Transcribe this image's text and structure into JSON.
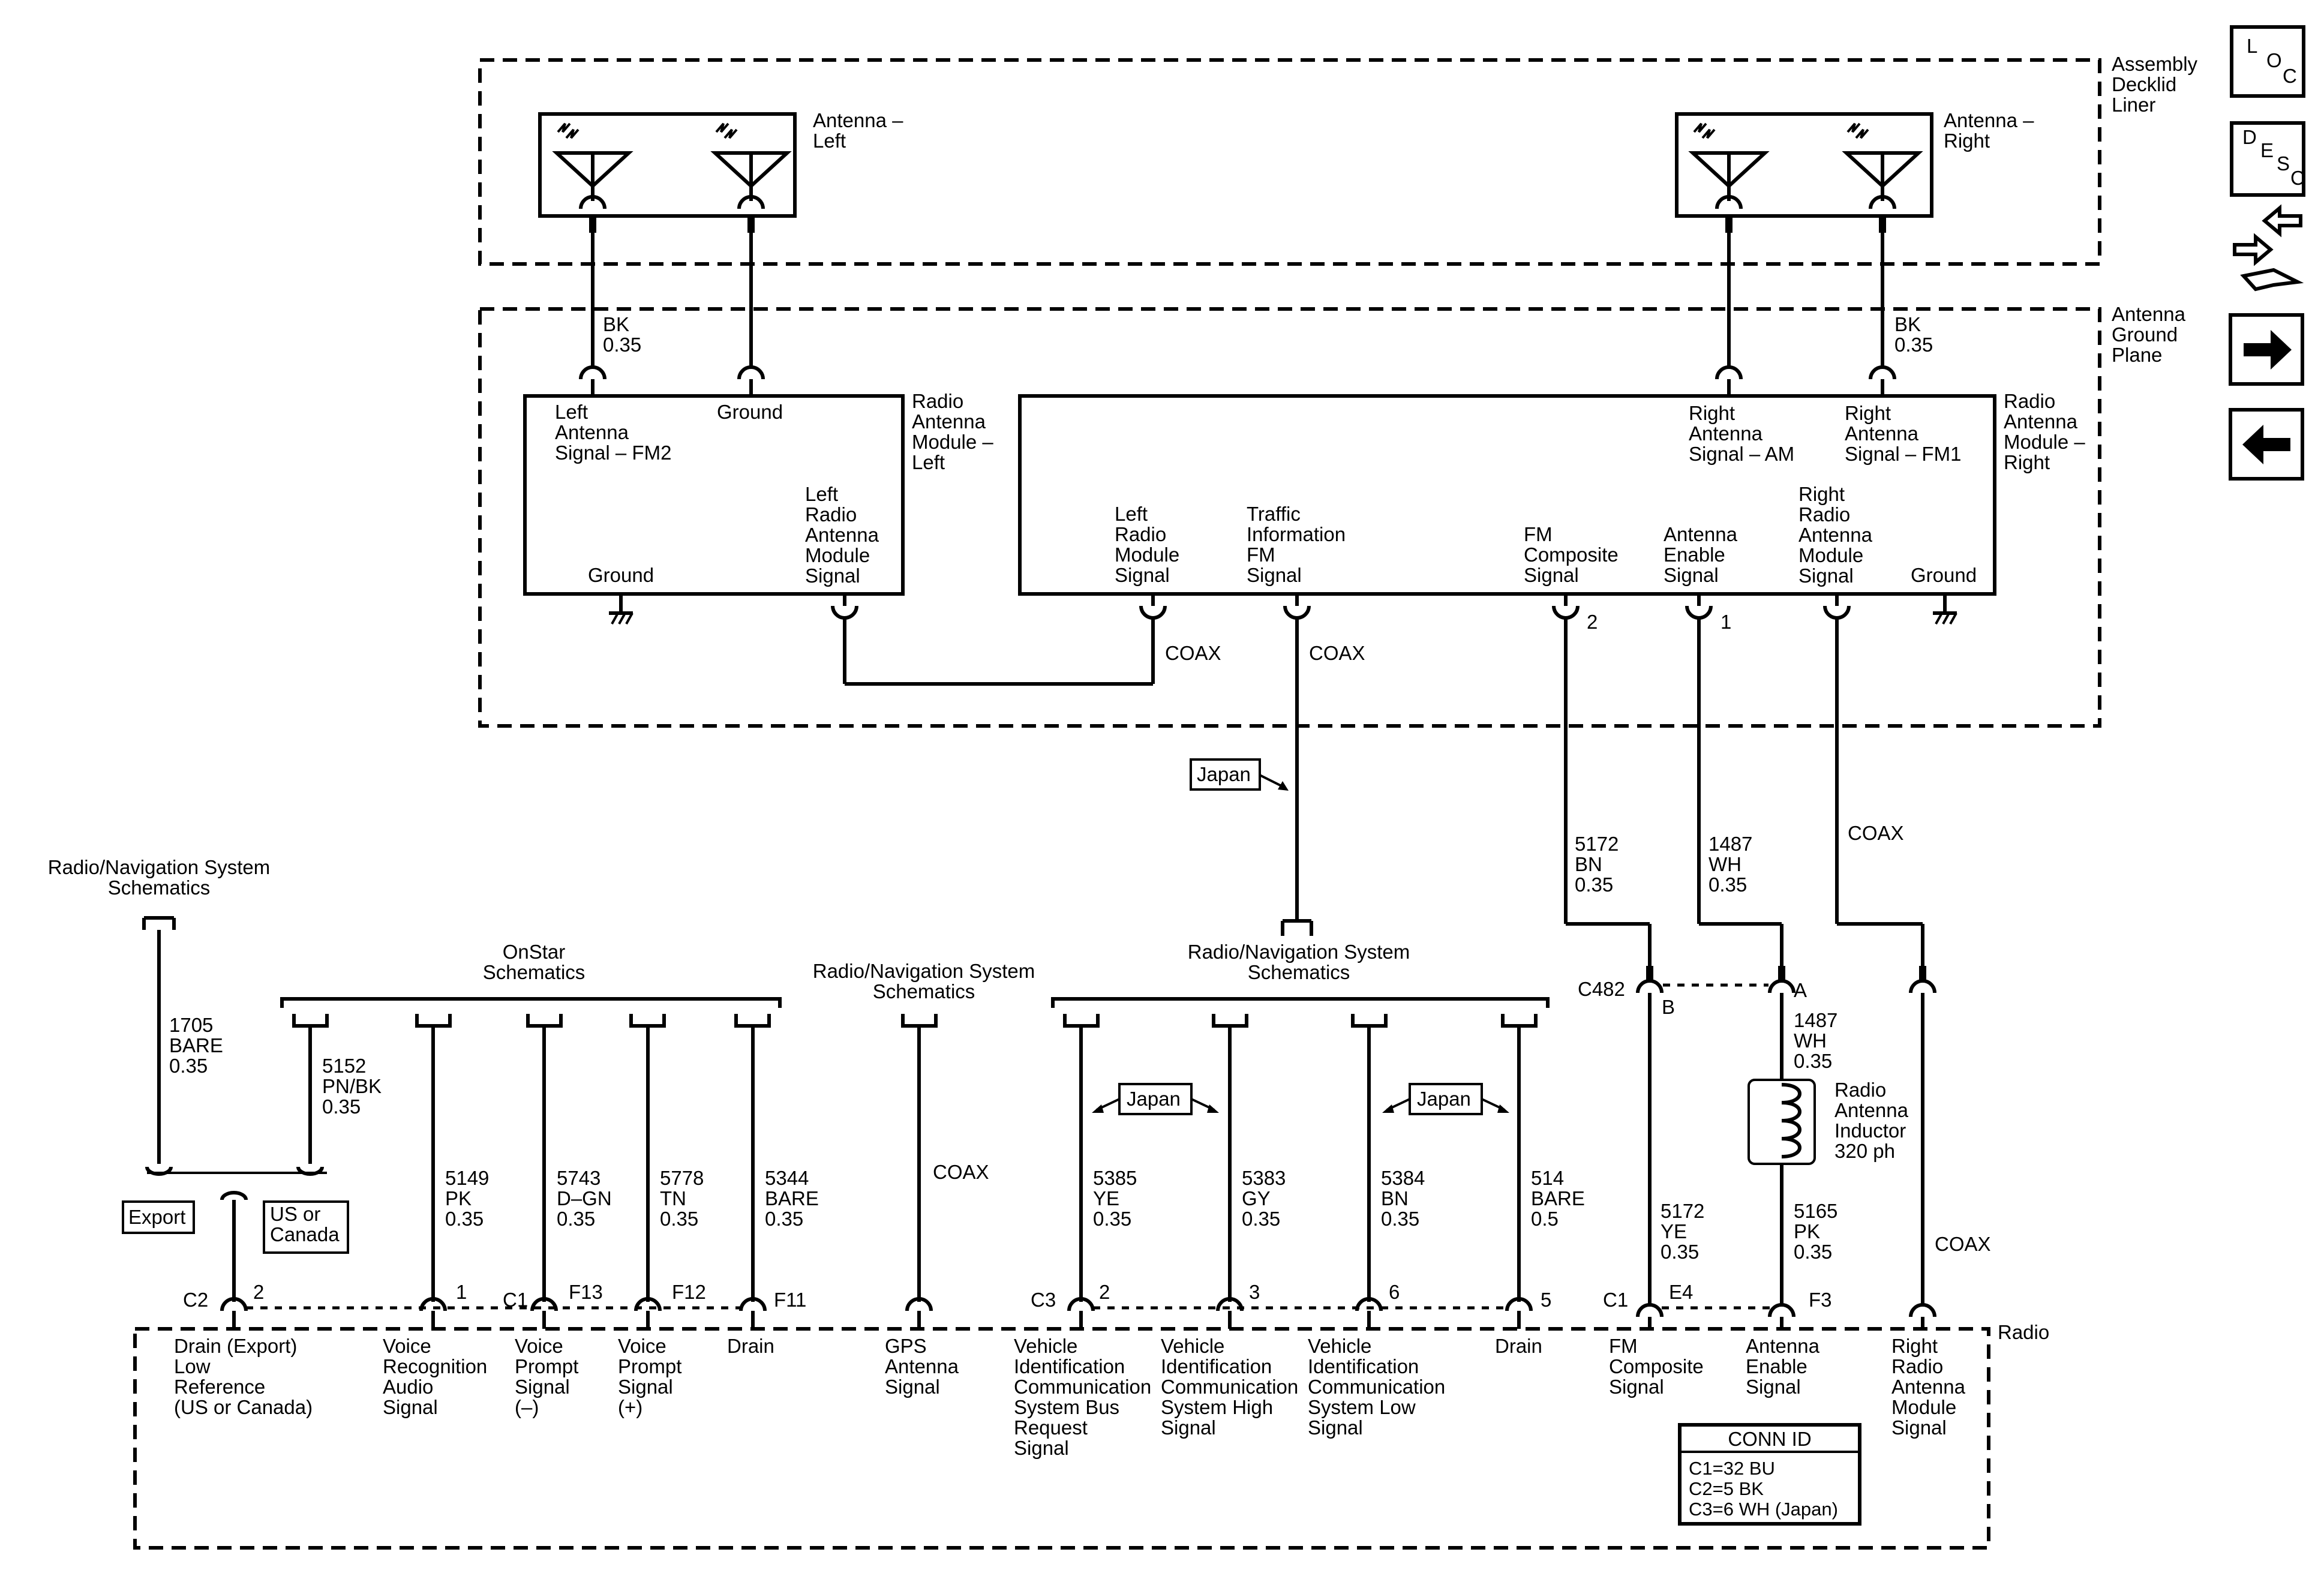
{
  "labels": {
    "assembly": [
      "Assembly",
      "Decklid",
      "Liner"
    ],
    "ground_plane": [
      "Antenna",
      "Ground",
      "Plane"
    ],
    "antenna_left": [
      "Antenna –",
      "Left"
    ],
    "antenna_right": [
      "Antenna –",
      "Right"
    ],
    "bk_left": [
      "BK",
      "0.35"
    ],
    "bk_right": [
      "BK",
      "0.35"
    ],
    "ram_left_title": [
      "Radio",
      "Antenna",
      "Module –",
      "Left"
    ],
    "ram_right_title": [
      "Radio",
      "Antenna",
      "Module –",
      "Right"
    ],
    "left_ant_signal": [
      "Left",
      "Antenna",
      "Signal – FM2"
    ],
    "ground": "Ground",
    "left_ram_signal": [
      "Left",
      "Radio",
      "Antenna",
      "Module",
      "Signal"
    ],
    "right_ant_am": [
      "Right",
      "Antenna",
      "Signal – AM"
    ],
    "right_ant_fm1": [
      "Right",
      "Antenna",
      "Signal – FM1"
    ],
    "left_radio_module_signal": [
      "Left",
      "Radio",
      "Module",
      "Signal"
    ],
    "traffic_info": [
      "Traffic",
      "Information",
      "FM",
      "Signal"
    ],
    "fm_composite": [
      "FM",
      "Composite",
      "Signal"
    ],
    "antenna_enable": [
      "Antenna",
      "Enable",
      "Signal"
    ],
    "right_ram_signal": [
      "Right",
      "Radio",
      "Antenna",
      "Module",
      "Signal"
    ],
    "coax": "COAX",
    "japan": "Japan",
    "pin2": "2",
    "pin1": "1",
    "w5172bn": [
      "5172",
      "BN",
      "0.35"
    ],
    "w1487wh": [
      "1487",
      "WH",
      "0.35"
    ],
    "c482": "C482",
    "pinB": "B",
    "pinA": "A",
    "inductor": [
      "Radio",
      "Antenna",
      "Inductor",
      "320 ph"
    ],
    "w5172ye": [
      "5172",
      "YE",
      "0.35"
    ],
    "w5165pk": [
      "5165",
      "PK",
      "0.35"
    ],
    "radio_nav_schem": [
      "Radio/Navigation System",
      "Schematics"
    ],
    "onstar_schem": [
      "OnStar",
      "Schematics"
    ],
    "w1705": [
      "1705",
      "BARE",
      "0.35"
    ],
    "w5152": [
      "5152",
      "PN/BK",
      "0.35"
    ],
    "export": "Export",
    "us_canada": [
      "US or",
      "Canada"
    ],
    "w5149": [
      "5149",
      "PK",
      "0.35"
    ],
    "w5743": [
      "5743",
      "D–GN",
      "0.35"
    ],
    "w5778": [
      "5778",
      "TN",
      "0.35"
    ],
    "w5344": [
      "5344",
      "BARE",
      "0.35"
    ],
    "w5385": [
      "5385",
      "YE",
      "0.35"
    ],
    "w5383": [
      "5383",
      "GY",
      "0.35"
    ],
    "w5384": [
      "5384",
      "BN",
      "0.35"
    ],
    "w514": [
      "514",
      "BARE",
      "0.5"
    ],
    "conn_c2": "C2",
    "conn_c1": "C1",
    "conn_c3": "C3",
    "p_2": "2",
    "p_1": "1",
    "p_F13": "F13",
    "p_F12": "F12",
    "p_F11": "F11",
    "p_3": "3",
    "p_6": "6",
    "p_5": "5",
    "p_E4": "E4",
    "p_F3": "F3",
    "radio": "Radio",
    "r_drain_export": [
      "Drain (Export)",
      "Low",
      "Reference",
      "(US or Canada)"
    ],
    "r_voice_recog": [
      "Voice",
      "Recognition",
      "Audio",
      "Signal"
    ],
    "r_voice_prompt_neg": [
      "Voice",
      "Prompt",
      "Signal",
      "(–)"
    ],
    "r_voice_prompt_pos": [
      "Voice",
      "Prompt",
      "Signal",
      "(+)"
    ],
    "r_drain": "Drain",
    "r_gps": [
      "GPS",
      "Antenna",
      "Signal"
    ],
    "r_vic_req": [
      "Vehicle",
      "Identification",
      "Communication",
      "System Bus",
      "Request",
      "Signal"
    ],
    "r_vic_high": [
      "Vehicle",
      "Identification",
      "Communication",
      "System High",
      "Signal"
    ],
    "r_vic_low": [
      "Vehicle",
      "Identification",
      "Communication",
      "System Low",
      "Signal"
    ],
    "r_fm_comp": [
      "FM",
      "Composite",
      "Signal"
    ],
    "r_ant_enable": [
      "Antenna",
      "Enable",
      "Signal"
    ],
    "r_right_ram": [
      "Right",
      "Radio",
      "Antenna",
      "Module",
      "Signal"
    ],
    "conn_id_title": "CONN ID",
    "conn_id_lines": [
      "C1=32 BU",
      "C2=5 BK",
      "C3=6 WH (Japan)"
    ],
    "nav_loc": [
      "L",
      "O",
      "C"
    ],
    "nav_desc": [
      "D",
      "E",
      "S",
      "C"
    ]
  },
  "icons": [
    "loc-icon",
    "desc-icon",
    "connector-view-icon",
    "next-arrow-icon",
    "previous-arrow-icon"
  ]
}
